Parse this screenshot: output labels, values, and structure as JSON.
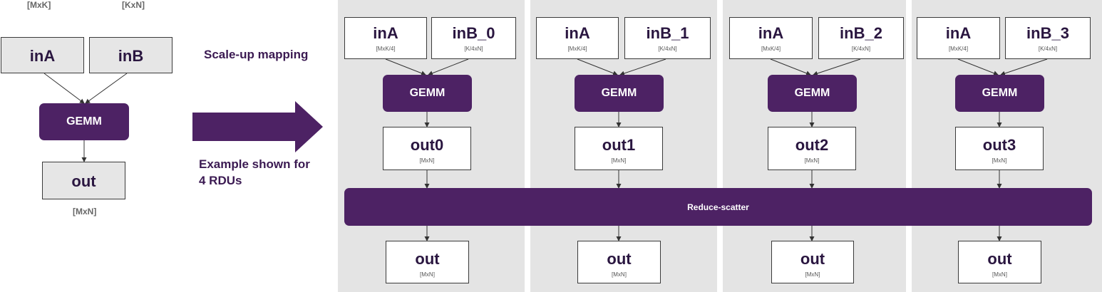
{
  "colors": {
    "accent": "#4d2264",
    "column_bg": "#e4e4e4",
    "input_grey": "#e6e6e6"
  },
  "left": {
    "dim_a": "[MxK]",
    "dim_b": "[KxN]",
    "in_a": "inA",
    "in_b": "inB",
    "op": "GEMM",
    "out": "out",
    "out_dim": "[MxN]"
  },
  "middle": {
    "mapping_label": "Scale-up mapping",
    "example_line1": "Example shown for",
    "example_line2": "4 RDUs"
  },
  "columns": [
    {
      "in_a": "inA",
      "in_a_dim": "[MxK/4]",
      "in_b": "inB_0",
      "in_b_dim": "[K/4xN]",
      "op": "GEMM",
      "partial": "out0",
      "partial_dim": "[MxN]",
      "out": "out",
      "out_dim": "[MxN]"
    },
    {
      "in_a": "inA",
      "in_a_dim": "[MxK/4]",
      "in_b": "inB_1",
      "in_b_dim": "[K/4xN]",
      "op": "GEMM",
      "partial": "out1",
      "partial_dim": "[MxN]",
      "out": "out",
      "out_dim": "[MxN]"
    },
    {
      "in_a": "inA",
      "in_a_dim": "[MxK/4]",
      "in_b": "inB_2",
      "in_b_dim": "[K/4xN]",
      "op": "GEMM",
      "partial": "out2",
      "partial_dim": "[MxN]",
      "out": "out",
      "out_dim": "[MxN]"
    },
    {
      "in_a": "inA",
      "in_a_dim": "[MxK/4]",
      "in_b": "inB_3",
      "in_b_dim": "[K/4xN]",
      "op": "GEMM",
      "partial": "out3",
      "partial_dim": "[MxN]",
      "out": "out",
      "out_dim": "[MxN]"
    }
  ],
  "reduce": {
    "label": "Reduce-scatter"
  }
}
